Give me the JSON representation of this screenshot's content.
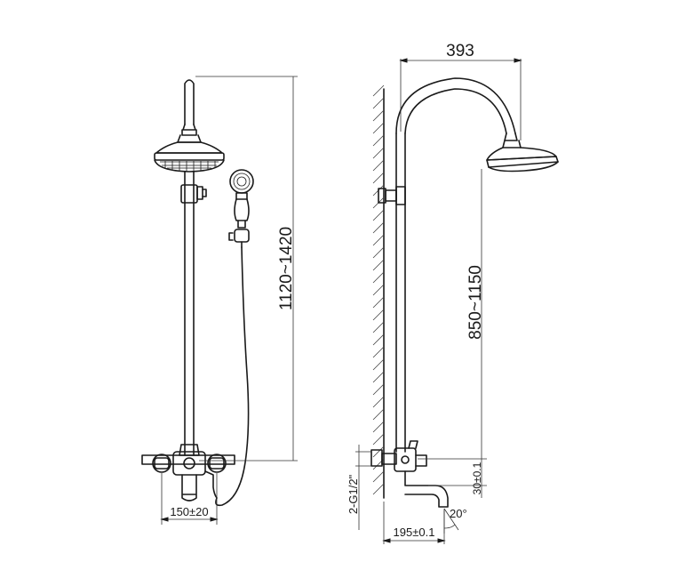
{
  "front_view": {
    "dim_height": "1120~1420",
    "dim_spacing": "150±20"
  },
  "side_view": {
    "dim_reach": "393",
    "dim_height": "850~1150",
    "dim_spout_offset": "30±0.1",
    "dim_thread": "2-G1/2\"",
    "dim_angle": "20°",
    "dim_spout_length": "195±0.1"
  }
}
